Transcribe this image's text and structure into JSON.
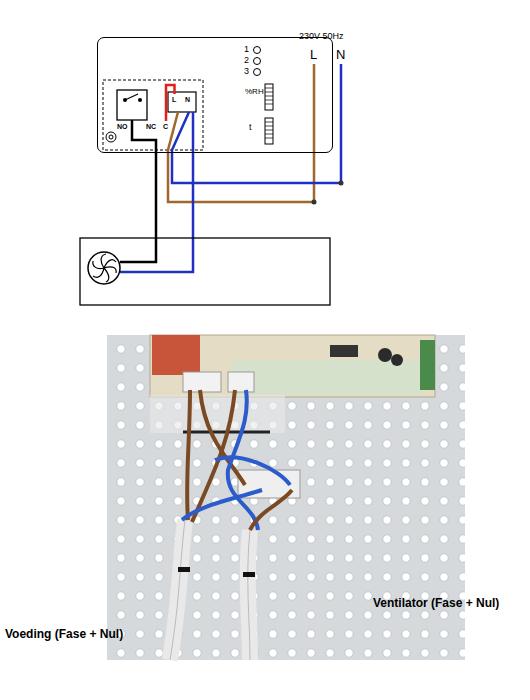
{
  "diagram": {
    "nodes": [
      {
        "text": [
          "1",
          "2",
          "3",
          "%RH",
          "t"
        ]
      },
      {
        "text": [
          "NO"
        ],
        "in": 0
      },
      {
        "text": [
          "NC"
        ],
        "in": 0
      },
      {
        "text": [
          "C"
        ],
        "in": 0
      },
      {
        "text": [
          "L"
        ],
        "in": 0
      },
      {
        "text": [
          "N"
        ],
        "in": 0
      }
    ],
    "edges": [
      {
        "from": 3,
        "to": 4,
        "arrow": "none"
      }
    ],
    "labels": [
      "230V 50Hz",
      "L",
      "N",
      "Voeding (Fase + Nul)",
      "Ventilator (Fase + Nul)"
    ]
  }
}
